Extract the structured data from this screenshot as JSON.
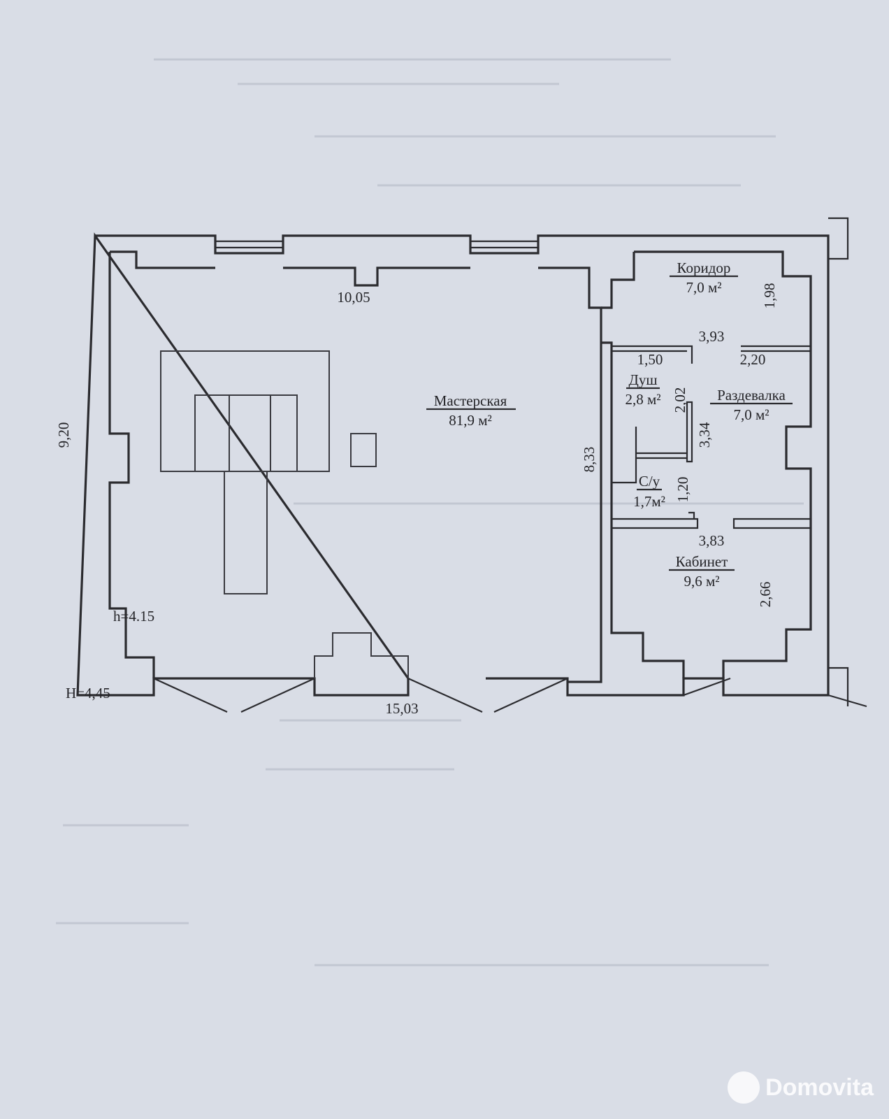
{
  "plan": {
    "rooms": [
      {
        "name": "Мастерская",
        "area": "81,9 м²"
      },
      {
        "name": "Коридор",
        "area": "7,0 м²"
      },
      {
        "name": "Душ",
        "area": "2,8 м²"
      },
      {
        "name": "Раздевалка",
        "area": "7,0 м²"
      },
      {
        "name": "С/у",
        "area": "1,7м²"
      },
      {
        "name": "Кабинет",
        "area": "9,6 м²"
      }
    ],
    "dimensions": {
      "top_length": "10,05",
      "left_height": "9,20",
      "bottom_length": "15,03",
      "inner_height": "8,33",
      "corridor_depth": "1,98",
      "corridor_width": "3,93",
      "shower_width": "1,50",
      "changing_width": "2,20",
      "shower_depth": "2,02",
      "changing_depth": "3,34",
      "wc_depth": "1,20",
      "office_width": "3,83",
      "office_depth": "2,66"
    },
    "heights": {
      "inner": "h=4.15",
      "outer": "H=4,45"
    }
  },
  "watermark": "Domovita"
}
